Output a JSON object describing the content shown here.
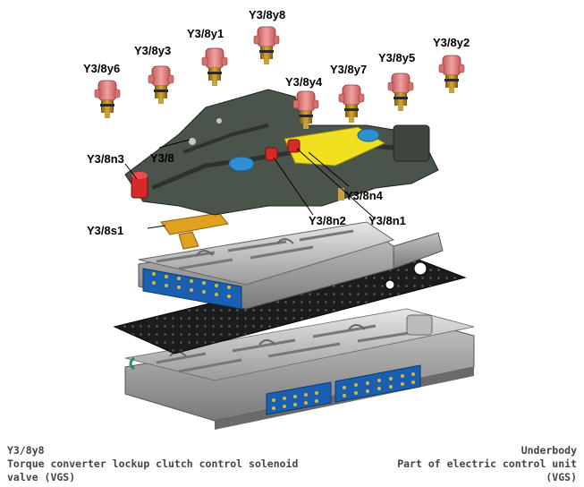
{
  "labels": {
    "y3_8y8": "Y3/8y8",
    "y3_8y1": "Y3/8y1",
    "y3_8y3": "Y3/8y3",
    "y3_8y6": "Y3/8y6",
    "y3_8y2": "Y3/8y2",
    "y3_8y5": "Y3/8y5",
    "y3_8y7": "Y3/8y7",
    "y3_8y4": "Y3/8y4",
    "y3_8": "Y3/8",
    "y3_8n3": "Y3/8n3",
    "y3_8n4": "Y3/8n4",
    "y3_8n2": "Y3/8n2",
    "y3_8n1": "Y3/8n1",
    "y3_8s1": "Y3/8s1"
  },
  "caption": {
    "left_line1": "Y3/8y8",
    "left_line2": "Torque converter lockup clutch control solenoid",
    "left_line3": "valve (VGS)",
    "right_line1": "Underbody",
    "right_line2": "Part of electric control unit",
    "right_line3": "(VGS)"
  },
  "colors": {
    "solenoid_pink": "#e07f7f",
    "solenoid_body": "#b8860b",
    "housing_gray": "#4a544a",
    "sensor_red": "#d42a2a",
    "sensor_yellow": "#f0e020",
    "sensor_blue": "#2f8fd0",
    "strip_orange": "#e0a020",
    "connector_blue": "#1a5fb0",
    "plate_black": "#1c1c1c",
    "valve_silver": "#c8c8c8"
  }
}
